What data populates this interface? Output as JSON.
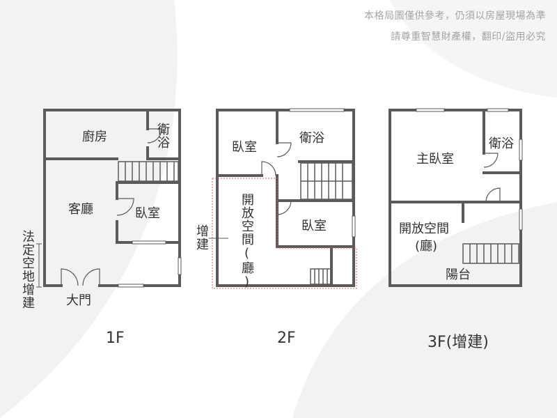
{
  "disclaimer": {
    "line1": "本格局圖僅供參考，仍須以房屋現場為準",
    "line2": "請尊重智慧財產權，翻印/盜用必究"
  },
  "floor1": {
    "label": "1F",
    "rooms": {
      "kitchen": "廚房",
      "bathroom": "衛浴",
      "living_room": "客廳",
      "bedroom": "臥室",
      "main_door": "大門",
      "legal_open_space_addition": "法定空地增建"
    }
  },
  "floor2": {
    "label": "2F",
    "rooms": {
      "bedroom_1": "臥室",
      "bathroom": "衛浴",
      "open_space_hall": "開放空間(廳)",
      "bedroom_2": "臥室",
      "addition": "增建"
    }
  },
  "floor3": {
    "label": "3F(增建)",
    "rooms": {
      "master_bedroom": "主臥室",
      "bathroom": "衛浴",
      "open_space": "開放空間",
      "hall": "(廳)",
      "balcony": "陽台"
    }
  },
  "colors": {
    "wall": "#5a5a5a",
    "background_shape": "#f0f0f0",
    "addition_outline": "#d06060",
    "text": "#333333",
    "disclaimer_text": "#a4a4a4"
  }
}
